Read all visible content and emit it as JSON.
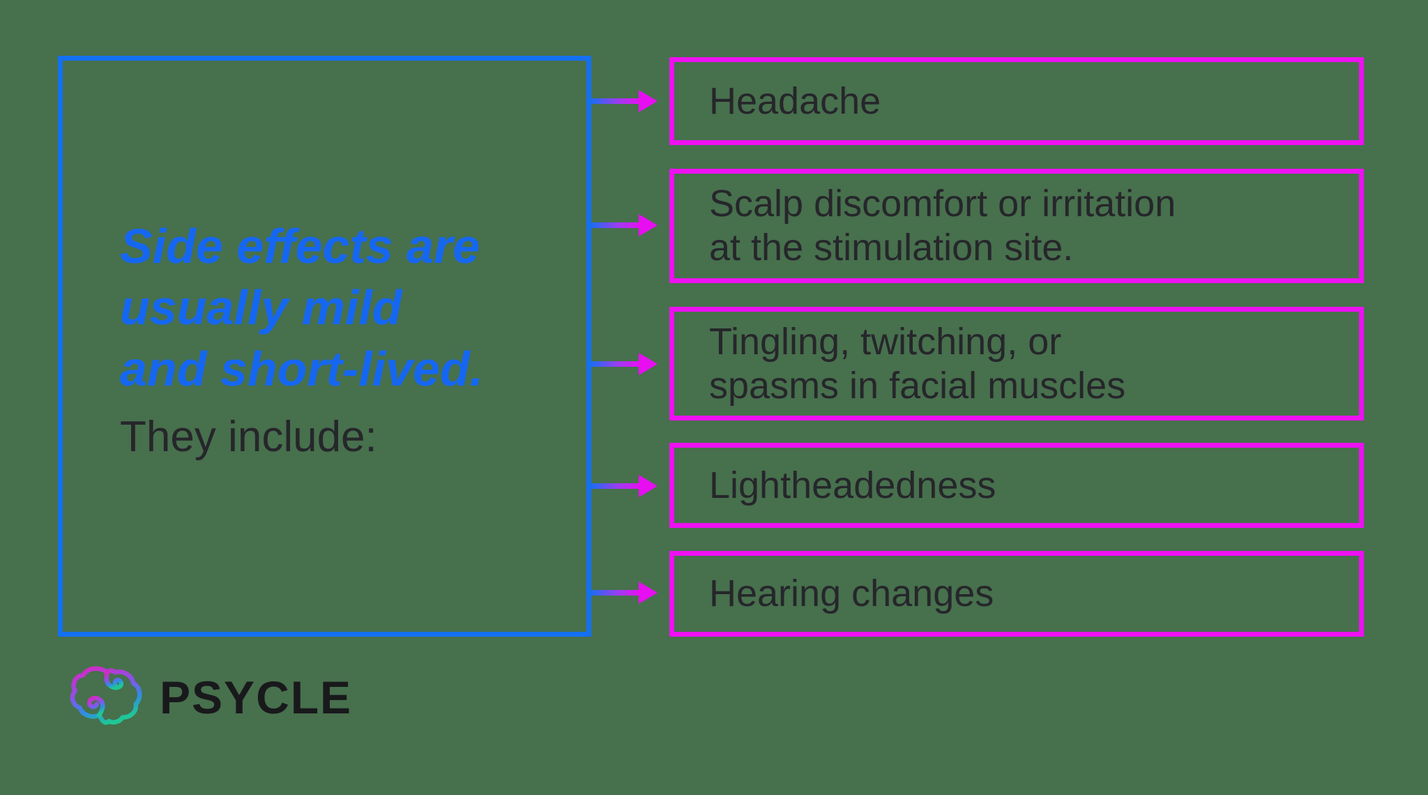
{
  "colors": {
    "background": "#47704d",
    "intro_border_blue": "#1470f2",
    "effect_border_magenta": "#ee10f2",
    "headline_blue": "#1567f2",
    "body_text": "#26262b",
    "logo_text": "#19191c",
    "arrow_gradient_start": "#1470f2",
    "arrow_gradient_end": "#e90ff2",
    "brain_gradient": [
      "#d429c4",
      "#8a52e8",
      "#2f8de6",
      "#1fc795"
    ]
  },
  "intro_box": {
    "headline": "Side effects are\nusually mild\nand short-lived.",
    "subline": "They include:"
  },
  "side_effects": [
    {
      "text": "Headache"
    },
    {
      "text": "Scalp discomfort or irritation\nat the stimulation site."
    },
    {
      "text": "Tingling, twitching, or\nspasms in facial muscles"
    },
    {
      "text": "Lightheadedness"
    },
    {
      "text": "Hearing changes"
    }
  ],
  "logo": {
    "brand": "PSYCLE",
    "icon": "brain-icon"
  }
}
